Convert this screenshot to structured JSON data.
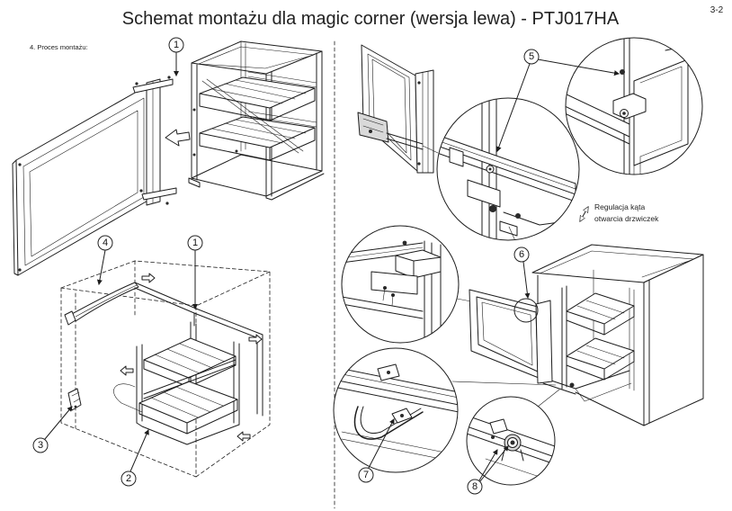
{
  "header": {
    "title": "Schemat montażu dla magic corner (wersja lewa) - PTJ017HA",
    "page_number": "3-2"
  },
  "section_heading": "4. Proces montażu:",
  "callouts": [
    "1",
    "4",
    "1",
    "3",
    "2",
    "5",
    "6",
    "7",
    "8"
  ],
  "annotation": {
    "line1": "Regulacja kąta",
    "line2": "otwarcia drzwiczek"
  }
}
